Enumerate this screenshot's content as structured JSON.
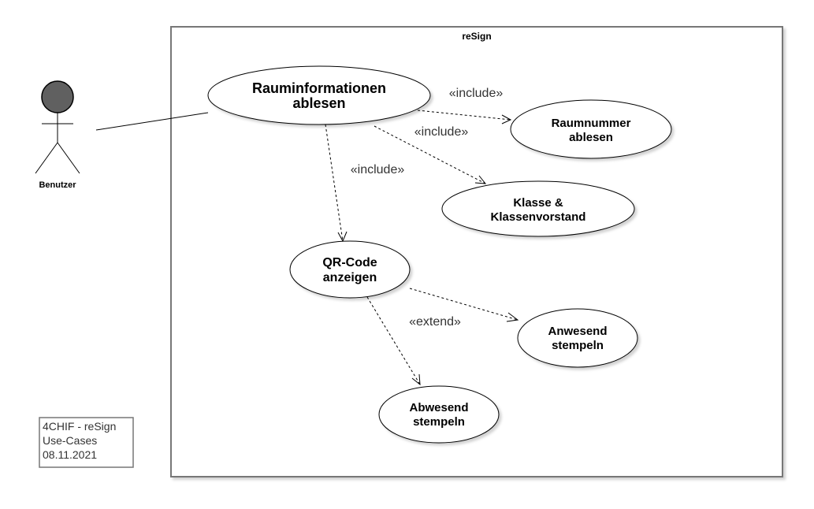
{
  "system": {
    "title": "reSign"
  },
  "actor": {
    "label": "Benutzer"
  },
  "use_cases": {
    "raum": {
      "line1": "Rauminformationen",
      "line2": "ablesen"
    },
    "raumnummer": {
      "line1": "Raumnummer",
      "line2": "ablesen"
    },
    "klasse": {
      "line1": "Klasse &",
      "line2": "Klassenvorstand"
    },
    "qr": {
      "line1": "QR-Code",
      "line2": "anzeigen"
    },
    "anwesend": {
      "line1": "Anwesend",
      "line2": "stempeln"
    },
    "abwesend": {
      "line1": "Abwesend",
      "line2": "stempeln"
    }
  },
  "relations": {
    "include_raumnummer": "«include»",
    "include_klasse": "«include»",
    "include_qr": "«include»",
    "extend": "«extend»"
  },
  "note": {
    "line1": "4CHIF - reSign",
    "line2": "Use-Cases",
    "line3": "08.11.2021"
  }
}
